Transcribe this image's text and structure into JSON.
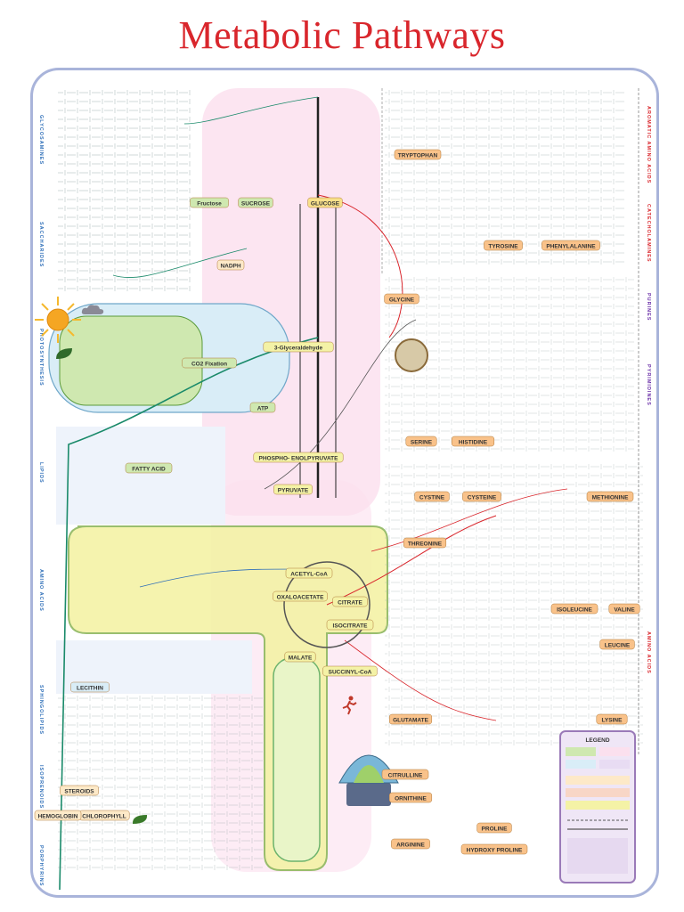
{
  "title": "Metabolic Pathways",
  "colors": {
    "title": "#d9262c",
    "frame": "#a9b4da",
    "carbohydrate": "#1a8a6a",
    "lipid": "#2f6fb8",
    "amino_acid": "#d9262c",
    "nucleotide": "#6a2fa8",
    "energy": "#2b2b2b",
    "pink_zone": "#f6c6de",
    "mito": "#f4f2a6",
    "chloroplast": "#cfe8b0"
  },
  "icons": [
    "sun-icon",
    "leaf-icon",
    "cloud-icon",
    "runner-icon",
    "atp-synthase-icon"
  ],
  "hubs": {
    "glucose": "GLUCOSE",
    "sucrose": "SUCROSE",
    "fructose": "Fructose",
    "tryptophan": "TRYPTOPHAN",
    "tyrosine": "TYROSINE",
    "phenylalanine": "PHENYLALANINE",
    "glycine": "GLYCINE",
    "serine": "SERINE",
    "histidine": "HISTIDINE",
    "cystine": "CYSTINE",
    "cysteine": "CYSTEINE",
    "methionine": "METHIONINE",
    "threonine": "THREONINE",
    "isoleucine": "ISOLEUCINE",
    "leucine": "LEUCINE",
    "valine": "VALINE",
    "lysine": "LYSINE",
    "glutamate": "GLUTAMATE",
    "ornithine": "ORNITHINE",
    "arginine": "ARGININE",
    "proline": "PROLINE",
    "hydroxyproline": "HYDROXY PROLINE",
    "citrulline": "CITRULLINE",
    "pyruvate": "PYRUVATE",
    "acetyl_coa": "ACETYL-CoA",
    "oxaloacetate": "OXALOACETATE",
    "citrate": "CITRATE",
    "isocitrate": "ISOCITRATE",
    "malate": "MALATE",
    "succinyl_coa": "SUCCINYL-CoA",
    "fatty_acid": "FATTY ACID",
    "lecithin": "LECITHIN",
    "steroids": "STEROIDS",
    "chlorophyll": "CHLOROPHYLL",
    "hemoglobin": "HEMOGLOBIN",
    "atp": "ATP",
    "nadph": "NADPH",
    "co2_fixation": "CO2 Fixation",
    "glyceraldehyde": "3-Glyceraldehyde",
    "phosphoenolpyruvate": "PHOSPHO- ENOLPYRUVATE"
  },
  "sections": {
    "left": [
      "GLYCOSAMINES",
      "SACCHARIDES",
      "PHOTOSYNTHESIS",
      "LIPIDS",
      "AMINO ACIDS",
      "SPHINGOLIPIDS",
      "ISOPRENOIDS",
      "PORPHYRINS"
    ],
    "right": [
      "AROMATIC AMINO ACIDS",
      "CATECHOLAMINES",
      "PURINES",
      "PYRIMIDINES",
      "AMINO ACIDS"
    ]
  },
  "legend": {
    "title": "LEGEND"
  }
}
